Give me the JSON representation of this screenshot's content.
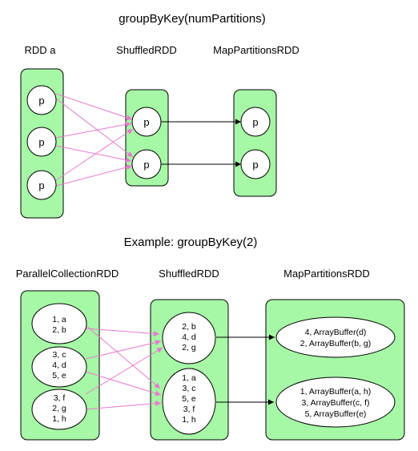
{
  "top": {
    "title": "groupByKey(numPartitions)",
    "labels": {
      "rdd_a": "RDD a",
      "shuffled": "ShuffledRDD",
      "map_partitions": "MapPartitionsRDD"
    },
    "partition_label": "p"
  },
  "bottom": {
    "title": "Example: groupByKey(2)",
    "labels": {
      "parallel": "ParallelCollectionRDD",
      "shuffled": "ShuffledRDD",
      "map_partitions": "MapPartitionsRDD"
    },
    "parallel_partitions": [
      [
        "1, a",
        "2, b"
      ],
      [
        "3, c",
        "4, d",
        "5, e"
      ],
      [
        "3, f",
        "2, g",
        "1, h"
      ]
    ],
    "shuffled_partitions": [
      [
        "2, b",
        "4, d",
        "2, g"
      ],
      [
        "1, a",
        "3, c",
        "5, e",
        "3, f",
        "1, h"
      ]
    ],
    "map_partitions": [
      [
        "4, ArrayBuffer(d)",
        "2, ArrayBuffer(b, g)"
      ],
      [
        "1, ArrayBuffer(a, h)",
        "3, ArrayBuffer(c, f)",
        "5, ArrayBuffer(e)"
      ]
    ]
  },
  "colors": {
    "box_fill": "#a6f7a6",
    "shuffle_edge": "#e779cf",
    "map_edge": "#000000"
  }
}
